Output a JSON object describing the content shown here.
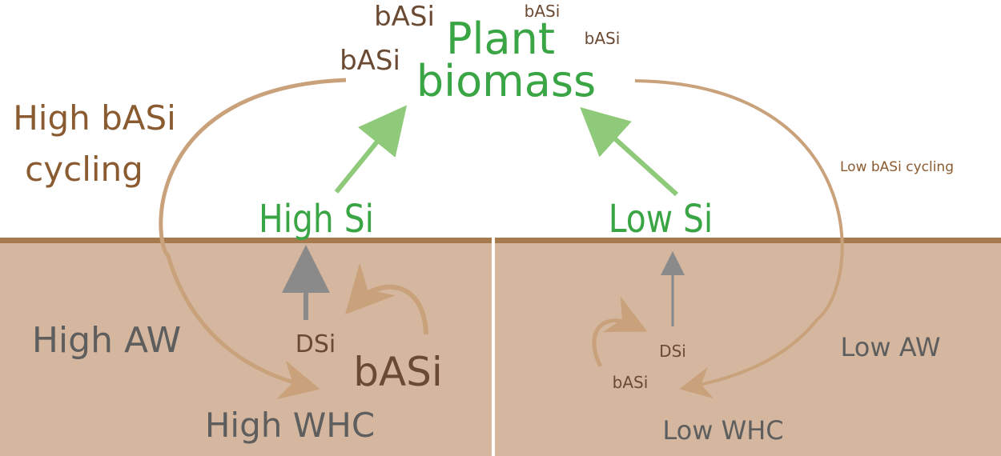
{
  "top": {
    "plant_line1": "Plant",
    "plant_line2": "biomass",
    "basi_labels": [
      "bASi",
      "bASi",
      "bASi",
      "bASi"
    ]
  },
  "left": {
    "cycling_line1": "High bASi",
    "cycling_line2": "cycling",
    "si_label": "High Si",
    "dsi_label": "DSi",
    "basi_label": "bASi",
    "aw_label": "High AW",
    "whc_label": "High WHC"
  },
  "right": {
    "cycling_label": "Low bASi cycling",
    "si_label": "Low Si",
    "dsi_label": "DSi",
    "basi_label": "bASi",
    "aw_label": "Low AW",
    "whc_label": "Low WHC"
  },
  "colors": {
    "soil": "#d4b79e",
    "soil_line": "#a87b4f",
    "cycle_arrow": "#c9a27c",
    "green_text": "#3aa544",
    "green_arrow": "#8fc97a",
    "gray_arrow": "#8a8a8a",
    "brown_text": "#6b4a33",
    "gray_text": "#5e5e5e"
  }
}
